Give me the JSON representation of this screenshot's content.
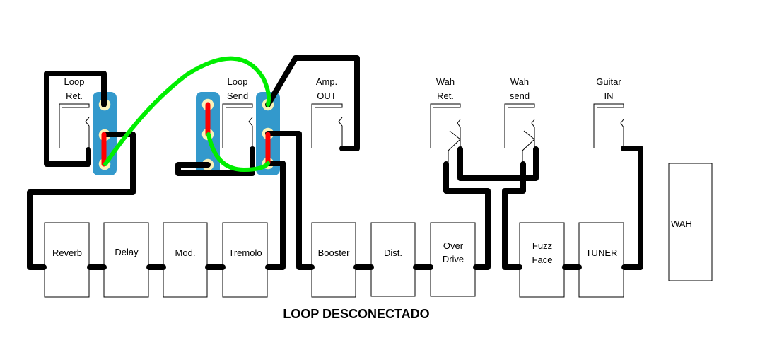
{
  "title": "LOOP DESCONECTADO",
  "colors": {
    "wire": "#000000",
    "board": "#3399cc",
    "lug_fill": "#fbf3b9",
    "jumper_red": "#ff0000",
    "cable_green": "#00ee00"
  },
  "jacks": [
    {
      "id": "loop-return",
      "line1": "Loop",
      "line2": "Ret."
    },
    {
      "id": "loop-send",
      "line1": "Loop",
      "line2": "Send"
    },
    {
      "id": "amp-out",
      "line1": "Amp.",
      "line2": "OUT"
    },
    {
      "id": "wah-return",
      "line1": "Wah",
      "line2": "Ret."
    },
    {
      "id": "wah-send",
      "line1": "Wah",
      "line2": "send"
    },
    {
      "id": "guitar-in",
      "line1": "Guitar",
      "line2": "IN"
    }
  ],
  "pedals": [
    {
      "id": "reverb",
      "line1": "Reverb",
      "line2": ""
    },
    {
      "id": "delay",
      "line1": "Delay",
      "line2": ""
    },
    {
      "id": "mod",
      "line1": "Mod.",
      "line2": ""
    },
    {
      "id": "tremolo",
      "line1": "Tremolo",
      "line2": ""
    },
    {
      "id": "booster",
      "line1": "Booster",
      "line2": ""
    },
    {
      "id": "dist",
      "line1": "Dist.",
      "line2": ""
    },
    {
      "id": "overdrive",
      "line1": "Over",
      "line2": "Drive"
    },
    {
      "id": "fuzz-face",
      "line1": "Fuzz",
      "line2": "Face"
    },
    {
      "id": "tuner",
      "line1": "TUNER",
      "line2": ""
    },
    {
      "id": "wah",
      "line1": "WAH",
      "line2": ""
    }
  ]
}
